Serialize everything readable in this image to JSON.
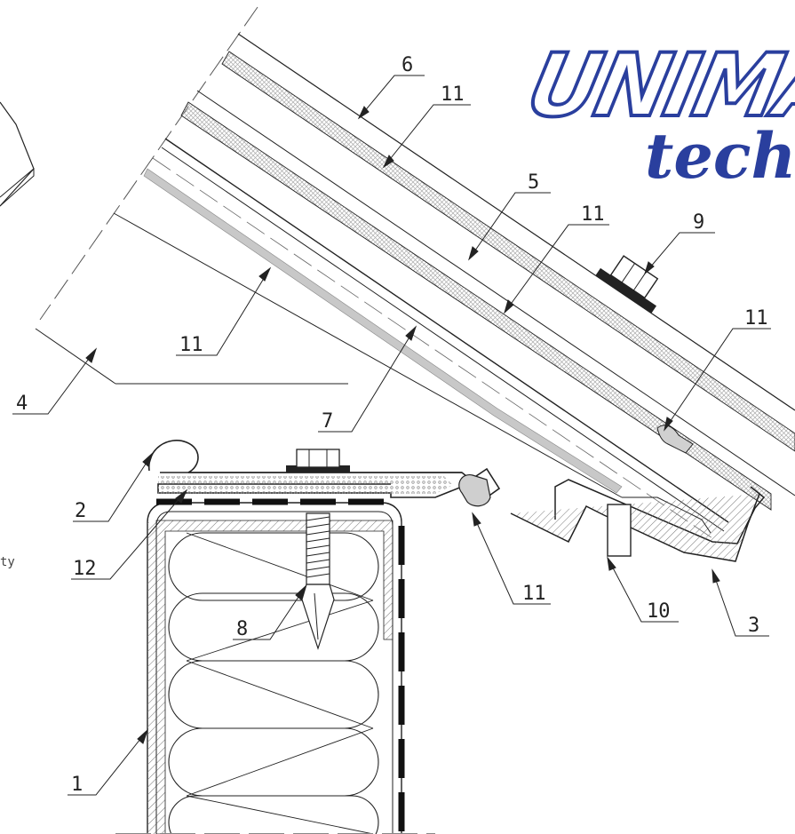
{
  "logo": {
    "word": "UNIMA",
    "sub": "tech",
    "brand_color": "#2a3f9e"
  },
  "callouts": [
    {
      "id": "c6",
      "label": "6"
    },
    {
      "id": "c11a",
      "label": "11"
    },
    {
      "id": "c5",
      "label": "5"
    },
    {
      "id": "c11b",
      "label": "11"
    },
    {
      "id": "c9",
      "label": "9"
    },
    {
      "id": "c11c",
      "label": "11"
    },
    {
      "id": "c11d",
      "label": "11"
    },
    {
      "id": "c4",
      "label": "4"
    },
    {
      "id": "c7",
      "label": "7"
    },
    {
      "id": "c2",
      "label": "2"
    },
    {
      "id": "c12",
      "label": "12"
    },
    {
      "id": "c8",
      "label": "8"
    },
    {
      "id": "c11e",
      "label": "11"
    },
    {
      "id": "c10",
      "label": "10"
    },
    {
      "id": "c3",
      "label": "3"
    },
    {
      "id": "c1",
      "label": "1"
    }
  ],
  "side_note": "ty"
}
